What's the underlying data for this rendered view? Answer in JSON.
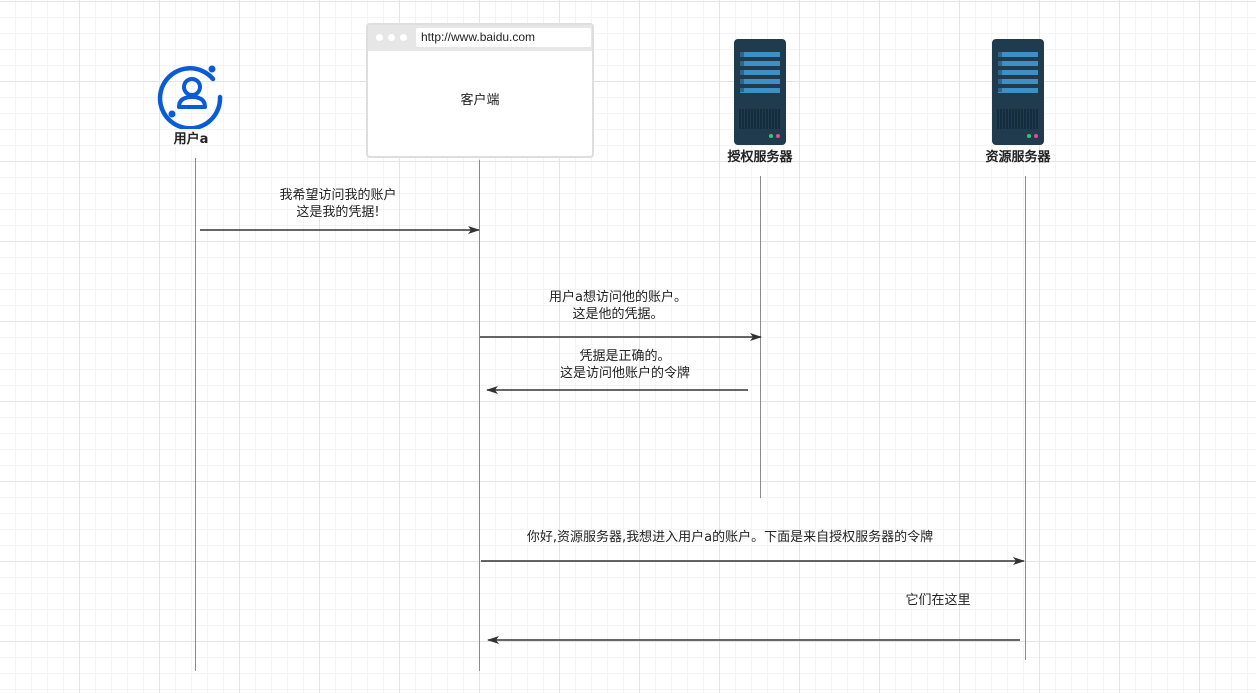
{
  "participants": {
    "user": {
      "label": "用户a",
      "icon": "user-circle-icon",
      "color": "#0a5bd6"
    },
    "client": {
      "url": "http://www.baidu.com",
      "label": "客户端"
    },
    "auth_server": {
      "label": "授权服务器",
      "icon": "server-icon"
    },
    "resource_server": {
      "label": "资源服务器",
      "icon": "server-icon"
    }
  },
  "messages": [
    {
      "from": "user",
      "to": "client",
      "lines": [
        "我希望访问我的账户",
        "这是我的凭据!"
      ]
    },
    {
      "from": "client",
      "to": "auth_server",
      "lines": [
        "用户a想访问他的账户。",
        "这是他的凭据。"
      ]
    },
    {
      "from": "auth_server",
      "to": "client",
      "lines": [
        "凭据是正确的。",
        "这是访问他账户的令牌"
      ]
    },
    {
      "from": "client",
      "to": "resource_server",
      "lines": [
        "你好,资源服务器,我想进入用户a的账户。下面是来自授权服务器的令牌"
      ]
    },
    {
      "from": "resource_server",
      "to": "client",
      "lines": [
        "它们在这里"
      ]
    }
  ],
  "colors": {
    "arrow": "#333333",
    "lifeline": "#8a8a8a",
    "server_body": "#1f3b4d",
    "server_accent": "#3d8fc4"
  }
}
